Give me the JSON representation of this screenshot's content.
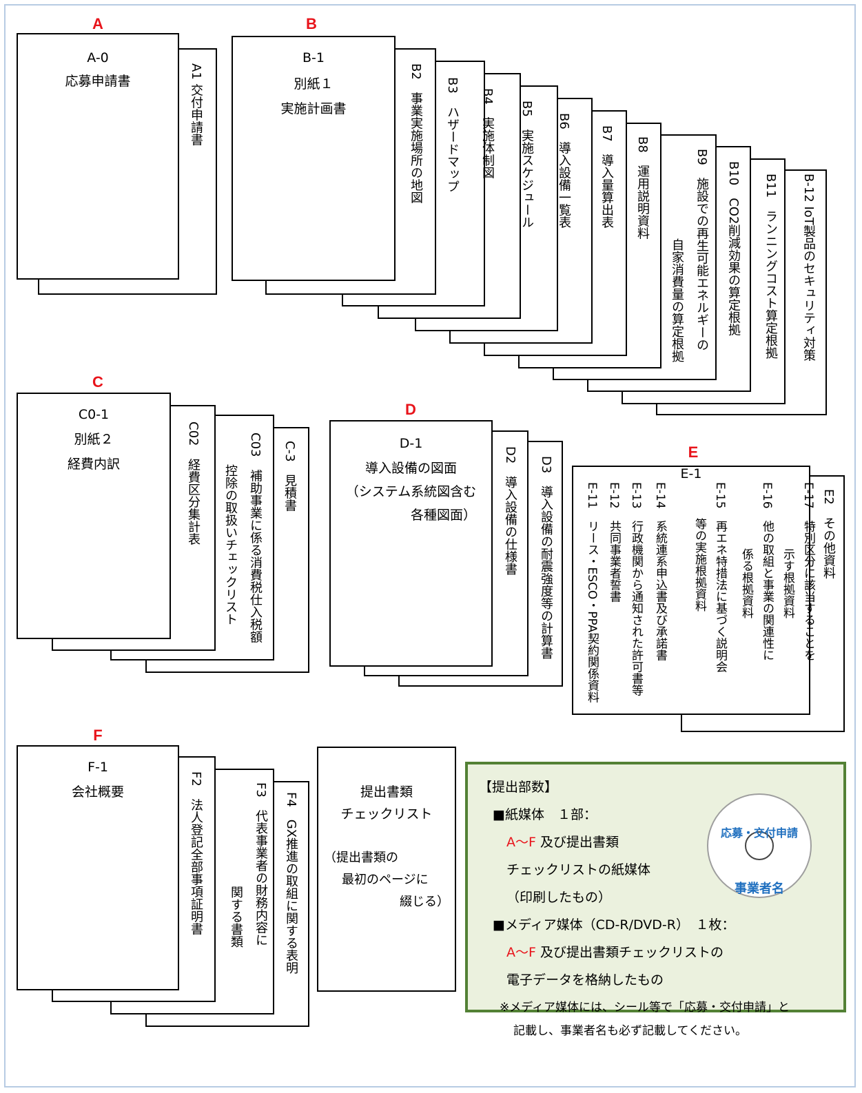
{
  "sections": {
    "a": "A",
    "b": "B",
    "c": "C",
    "d": "D",
    "e": "E",
    "f": "F"
  },
  "a": {
    "code": "A-0",
    "title": "応募申請書",
    "a1": "A1 交付申請書"
  },
  "b": {
    "code": "B-1",
    "title1": "別紙１",
    "title2": "実施計画書",
    "b2": "B2　事業実施場所の地図",
    "b3": "B3　ハザードマップ",
    "b4": "B4　実施体制図",
    "b5": "B5　実施スケジュール",
    "b6": "B6　導入設備一覧表",
    "b7": "B7　導入量算出表",
    "b8": "B8　運用説明資料",
    "b9_1": "B9　施設での再生可能エネルギーの",
    "b9_2": "自家消費量の算定根拠",
    "b10": "B10　CO2削減効果の算定根拠",
    "b11": "B11　ランニングコスト算定根拠",
    "b12": "B-12 IoT製品のセキュリティ対策"
  },
  "c": {
    "code": "C0-1",
    "title1": "別紙２",
    "title2": "経費内訳",
    "c2": "C02　経費区分集計表",
    "c3_1": "C03　補助事業に係る消費税仕入税額",
    "c3_2": "控除の取扱いチェックリスト",
    "c4": "C-3　見積書"
  },
  "d": {
    "code": "D-1",
    "title1": "導入設備の図面",
    "title2": "（システム系統図含む",
    "title3": "各種図面）",
    "d2": "D2　導入設備の仕様書",
    "d3": "D3　導入設備の耐震強度等の計算書"
  },
  "e": {
    "code": "E-1",
    "e17_1": "E-17　特別区分に該当することを",
    "e17_2": "示す根拠資料",
    "e16_1": "E-16　他の取組と事業の関連性に",
    "e16_2": "係る根拠資料",
    "e15_1": "E-15　再エネ特措法に基づく説明会",
    "e15_2": "等の実施根拠資料",
    "e14": "E-14　系統連系申込書及び承諾書",
    "e13": "E-13　行政機関から通知された許可書等",
    "e12": "E-12　共同事業者誓書",
    "e11": "E-11　リース・ESCO・PPA契約関係資料",
    "e2": "E2　その他資料"
  },
  "f": {
    "code": "F-1",
    "title": "会社概要",
    "f2": "F2　法人登記全部事項証明書",
    "f3_1": "F3　代表事業者の財務内容に",
    "f3_2": "関する書類",
    "f4": "F4　GX推進の取組に関する表明"
  },
  "checklist": {
    "t1": "提出書類",
    "t2": "チェックリスト",
    "n1": "（提出書類の",
    "n2": "最初のページに",
    "n3": "綴じる）"
  },
  "submission": {
    "heading": "【提出部数】",
    "paper_label": "■紙媒体　１部：",
    "paper_red": "A～F",
    "paper_rest": " 及び提出書類",
    "paper_2": "チェックリストの紙媒体",
    "paper_3": "（印刷したもの）",
    "media_label": "■メディア媒体（CD-R/DVD-R）　１枚：",
    "media_red": "A～F",
    "media_rest": " 及び提出書類チェックリストの",
    "media_2": "電子データを格納したもの",
    "note_1": "※メディア媒体には、シール等で「応募・交付申請」と",
    "note_2": "記載し、事業者名も必ず記載してください。"
  },
  "disc": {
    "top": "応募・交付申請",
    "bottom": "事業者名"
  },
  "colors": {
    "red": "#e8141b",
    "green_border": "#538135",
    "green_fill": "#ebf1de",
    "disc_text": "#1f6fbf"
  }
}
